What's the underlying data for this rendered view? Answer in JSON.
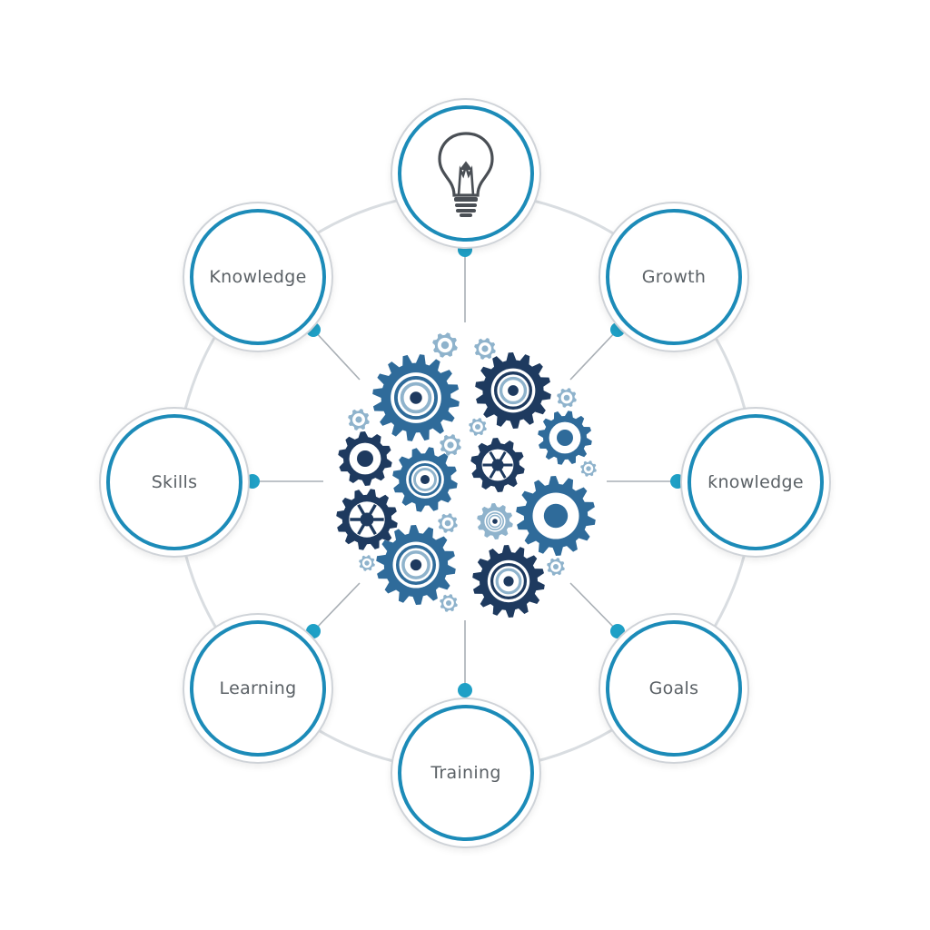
{
  "diagram": {
    "center_icon": "gear-brain-icon",
    "top_icon": "lightbulb-icon",
    "nodes": [
      {
        "id": "top",
        "label": "",
        "icon": "lightbulb-icon"
      },
      {
        "id": "growth",
        "label": "Growth"
      },
      {
        "id": "knowledge-right",
        "label": "ƙnowledge"
      },
      {
        "id": "goals",
        "label": "Goals"
      },
      {
        "id": "training",
        "label": "Training"
      },
      {
        "id": "learning",
        "label": "Learning"
      },
      {
        "id": "skills",
        "label": "Skills"
      },
      {
        "id": "knowledge-left",
        "label": "Knowledge"
      }
    ],
    "colors": {
      "accent": "#1c8bb8",
      "dot": "#1fa0c6",
      "gear_dark": "#1e3a5f",
      "gear_mid": "#2f6b9a",
      "gear_light": "#8fb3cc",
      "label": "#5b6166"
    }
  }
}
